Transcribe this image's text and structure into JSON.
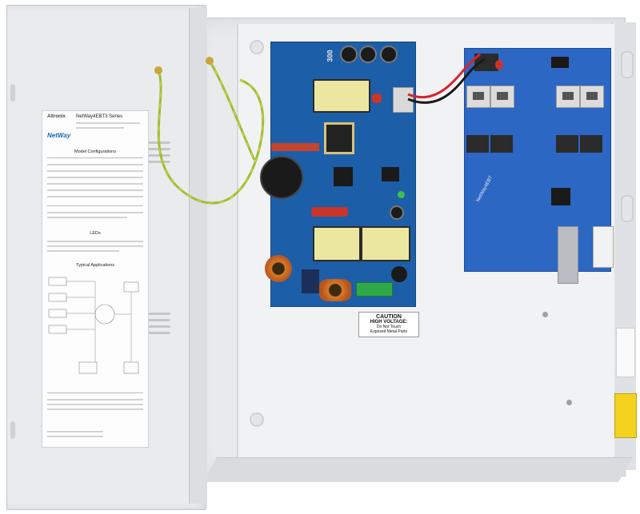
{
  "label": {
    "brand": "Altronix",
    "series": "NetWay4EBT3 Series",
    "logo": "NetWay",
    "section_models": "Model Configurations",
    "section_leds": "LEDs",
    "section_apps": "Typical Applications"
  },
  "caution": {
    "line1": "CAUTION",
    "line2": "HIGH VOLTAGE:",
    "line3": "Do Not Touch",
    "line4": "Exposed Metal Parts"
  },
  "board": {
    "psu_mark": "300",
    "nic_mark": "NetWay4EBT"
  },
  "colors": {
    "enclosure": "#e9eaec",
    "pcb_power": "#1d5ea8",
    "pcb_network": "#2d67c4",
    "ground_wire": "#a6c23a",
    "dc_wire_red": "#d8252d",
    "dc_wire_black": "#1a1a1a"
  }
}
